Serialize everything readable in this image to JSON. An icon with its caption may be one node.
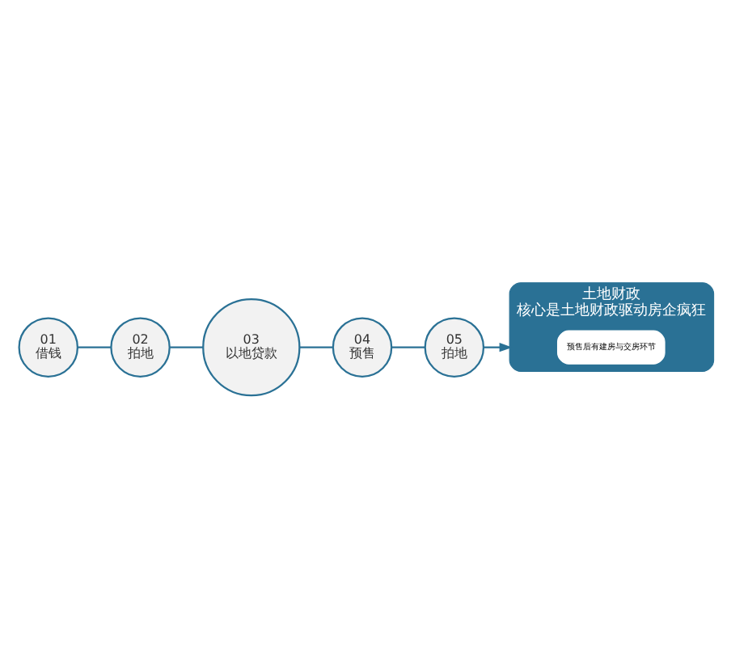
{
  "diagram": {
    "nodes": [
      {
        "text": [
          "土地财政",
          "核心是土地财政驱动房企疯狂"
        ]
      },
      {
        "text": [
          "预售后有建房与交房环节"
        ],
        "in": 0
      },
      {
        "text": [
          "01",
          "借钱"
        ]
      },
      {
        "text": [
          "02",
          "拍地"
        ]
      },
      {
        "text": [
          "03",
          "以地贷款"
        ]
      },
      {
        "text": [
          "04",
          "预售"
        ]
      },
      {
        "text": [
          "05",
          "拍地"
        ]
      }
    ],
    "edges": [
      {
        "from": 2,
        "to": 3,
        "arrow": "none"
      },
      {
        "from": 3,
        "to": 4,
        "arrow": "none"
      },
      {
        "from": 4,
        "to": 5,
        "arrow": "none"
      },
      {
        "from": 5,
        "to": 6,
        "arrow": "none"
      },
      {
        "from": 6,
        "to": 0,
        "arrow": "to"
      }
    ]
  }
}
